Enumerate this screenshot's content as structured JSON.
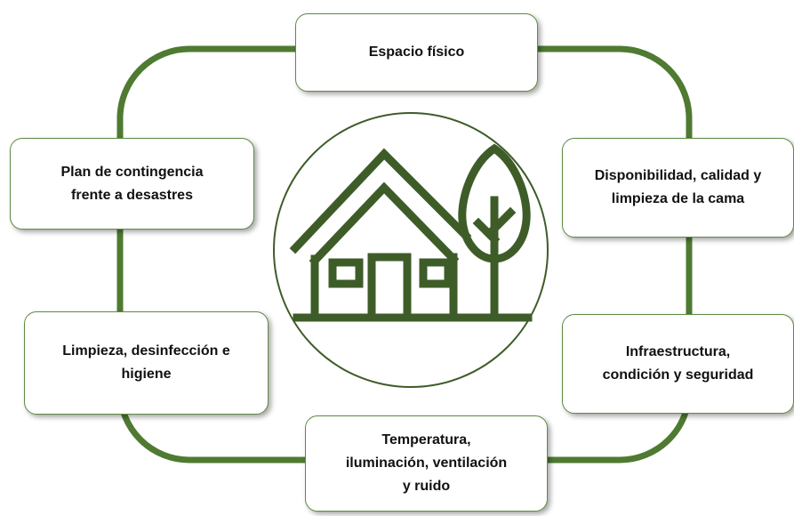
{
  "diagram": {
    "center_icon": "house-with-tree-icon",
    "colors": {
      "accent": "#4f7a31",
      "icon": "#3e5c28",
      "box_border": "#5f8a44",
      "text": "#111111"
    },
    "nodes": [
      {
        "id": "espacio",
        "lines": [
          "Espacio físico"
        ]
      },
      {
        "id": "disponibilidad",
        "lines": [
          "Disponibilidad, calidad y",
          "limpieza de la cama"
        ]
      },
      {
        "id": "infraestructura",
        "lines": [
          "Infraestructura,",
          "condición y seguridad"
        ]
      },
      {
        "id": "temperatura",
        "lines": [
          "Temperatura,",
          "iluminación, ventilación",
          "y ruido"
        ]
      },
      {
        "id": "limpieza",
        "lines": [
          "Limpieza, desinfección e",
          "higiene"
        ]
      },
      {
        "id": "plan",
        "lines": [
          "Plan de contingencia",
          "frente a desastres"
        ]
      }
    ]
  }
}
